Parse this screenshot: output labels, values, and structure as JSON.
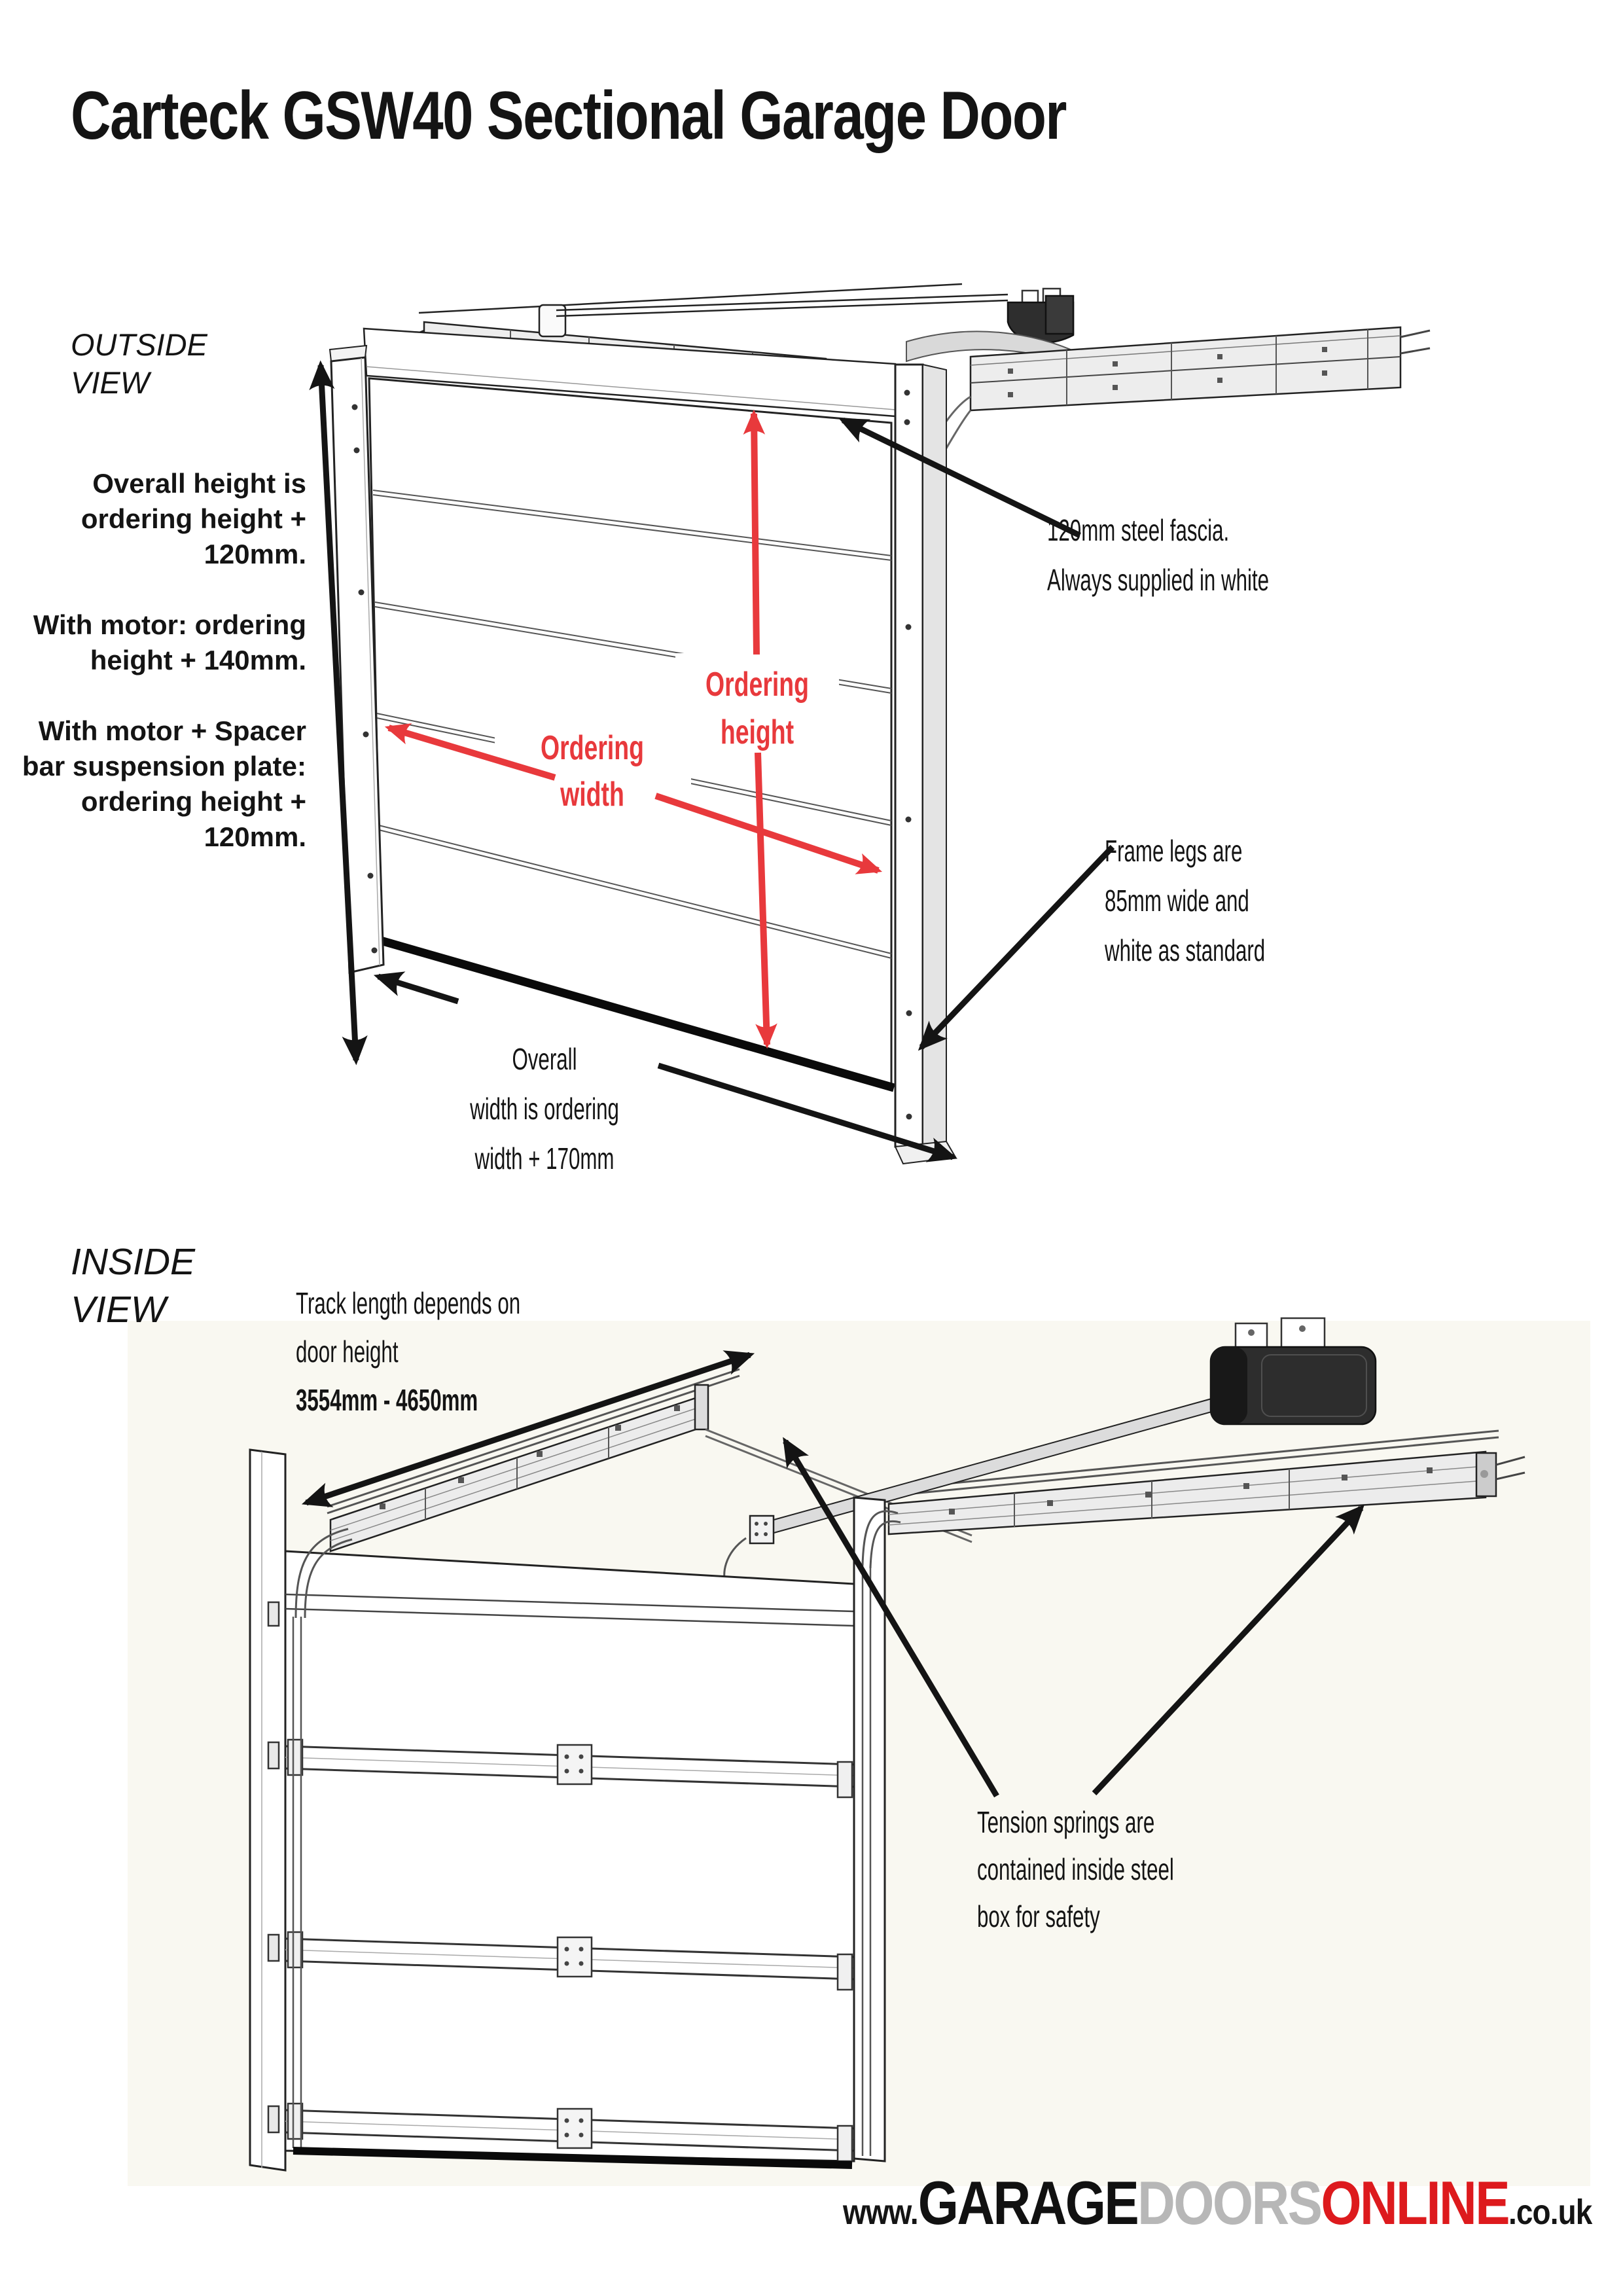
{
  "page": {
    "title": "Carteck GSW40 Sectional Garage Door"
  },
  "colors": {
    "accent_red": "#e8393c",
    "logo_red": "#dd1a1d",
    "logo_gray": "#b7b7b7",
    "ink": "#141414"
  },
  "outside_view": {
    "label": [
      "OUTSIDE",
      "VIEW"
    ],
    "height_note": [
      "Overall height is",
      "ordering height +",
      "120mm."
    ],
    "motor_note": [
      "With motor: ordering",
      "height + 140mm."
    ],
    "spacer_note": [
      "With motor + Spacer",
      "bar suspension plate:",
      "ordering height +",
      "120mm."
    ],
    "fascia_note": [
      "120mm steel fascia.",
      "Always supplied in white"
    ],
    "frame_note": [
      "Frame legs are",
      "85mm wide and",
      "white as standard"
    ],
    "overall_width_note": [
      "Overall",
      "width is ordering",
      "width + 170mm"
    ],
    "ordering_height_label": [
      "Ordering",
      "height"
    ],
    "ordering_width_label": [
      "Ordering",
      "width"
    ]
  },
  "inside_view": {
    "label": [
      "INSIDE",
      "VIEW"
    ],
    "track_note": {
      "line1": "Track length depends on",
      "line2": "door height",
      "range": "3554mm - 4650mm"
    },
    "tension_note": [
      "Tension springs are",
      "contained inside steel",
      "box for safety"
    ]
  },
  "footer": {
    "prefix": "www.",
    "garage": "GARAGE",
    "doors": "DOORS",
    "online": "ONLINE",
    "suffix": ".co.uk"
  }
}
